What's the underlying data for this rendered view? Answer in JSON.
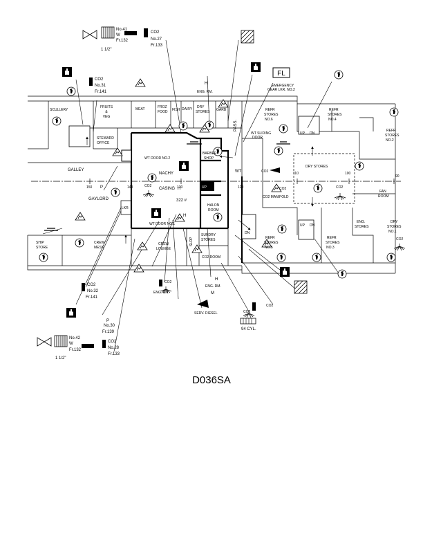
{
  "drawing_id": "D036SA",
  "labels": {
    "scullery": "SCULLERY",
    "fruits_veg": [
      "FRUITS",
      "&",
      "VEG"
    ],
    "meat": "MEAT",
    "froz_food": [
      "FROZ",
      "FOOD"
    ],
    "fish": "FISH",
    "dairy": "DAIRY",
    "dry_stores_fwd": [
      "DRY",
      "STORES"
    ],
    "garb": "GARB",
    "pass": "PASS.",
    "steward_office": [
      "STEWARD",
      "OFFICE"
    ],
    "galley": "GALLEY",
    "gaylord": "GAYLORD",
    "wt_door_2": "WT DOOR NO.2",
    "nachy": "NACHY",
    "barber_shop": [
      "BARBER",
      "SHOP"
    ],
    "casing": "CASING",
    "casing_h": "H",
    "up": "UP",
    "halon_room": [
      "HALON",
      "ROOM"
    ],
    "qty_322": "322 #",
    "lkr": "LKR",
    "wt_door_1": "WT DOOR NO.1",
    "sundry_stores": [
      "SUNDRY",
      "STORES"
    ],
    "co2_room": "CO2 ROOM",
    "ship_store": [
      "SHIP",
      "STORE"
    ],
    "crew_mess": [
      "CREW",
      "MESS"
    ],
    "crew_lounge": [
      "CREW",
      "LOUNGE"
    ],
    "slop": "SLOP",
    "wt": "WT",
    "wt_sliding_door": [
      "WT SLIDING",
      "DOOR"
    ],
    "emergency_gear": [
      "EMERGENCY",
      "GEAR LKR. NO.2"
    ],
    "fl": "FL",
    "refr_stores_6": [
      "REFR",
      "STORES",
      "NO.6"
    ],
    "refr_stores_4": [
      "REFR",
      "STORES",
      "NO.4"
    ],
    "refr_stores_2a": [
      "REFR",
      "STORES",
      "NO.2"
    ],
    "dry_stores_mid": "DRY STORES",
    "fan_room": [
      "FAN",
      "ROOM"
    ],
    "co2_manifold": "CO2 MANIFOLD",
    "co2_arrow": "CO2",
    "refr_stores_5": [
      "REFR",
      "STORES",
      "NO.5"
    ],
    "refr_stores_3": [
      "REFR",
      "STORES",
      "NO.3"
    ],
    "eng_stores": [
      "ENG.",
      "STORES"
    ],
    "dry_stores_1": [
      "DRY",
      "STORES",
      "NO.1"
    ],
    "eng_rm": "ENG. RM.",
    "serv_diesel": "SERV. DIESEL",
    "cyl_94": "94 CYL.",
    "up_dn": [
      "UP",
      "DN"
    ],
    "dn": "DN",
    "frames": [
      "150",
      "140",
      "130",
      "120",
      "110",
      "100",
      "90"
    ]
  },
  "callouts": {
    "top_hose_station": [
      "No.41",
      "W",
      "Fr.132"
    ],
    "top_size": "1 1/2\"",
    "top_co2": [
      "CO2",
      "No.27",
      "Fr.133"
    ],
    "co2_31": [
      "CO2",
      "No.31",
      "Fr.141"
    ],
    "co2_32": [
      "CO2",
      "No.32",
      "Fr.141"
    ],
    "p_30": [
      "P",
      "No.30",
      "Fr.139"
    ],
    "bottom_hose_station": [
      "No.42",
      "W",
      "Fr.132"
    ],
    "bottom_size": "1 1/2\"",
    "bottom_co2": [
      "CO2",
      "No.28",
      "Fr.133"
    ],
    "co2_generic": "CO2",
    "p": "P",
    "h": "H",
    "m": "M"
  }
}
